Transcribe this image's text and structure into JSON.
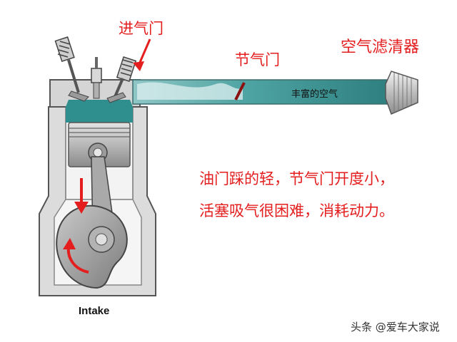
{
  "labels": {
    "intake_valve": "进气门",
    "throttle": "节气门",
    "air_filter": "空气滤清器",
    "rich_air": "丰富的空气",
    "stroke": "Intake",
    "watermark": "头条 @爱车大家说"
  },
  "caption": {
    "line1": "油门踩的轻，节气门开度小，",
    "line2": "活塞吸气很困难，消耗动力。"
  },
  "colors": {
    "annotation_red": "#e41e1e",
    "engine_gray": "#dadada",
    "intake_teal": "#2f8f8f",
    "piston_silver": "#b5b5b5"
  }
}
